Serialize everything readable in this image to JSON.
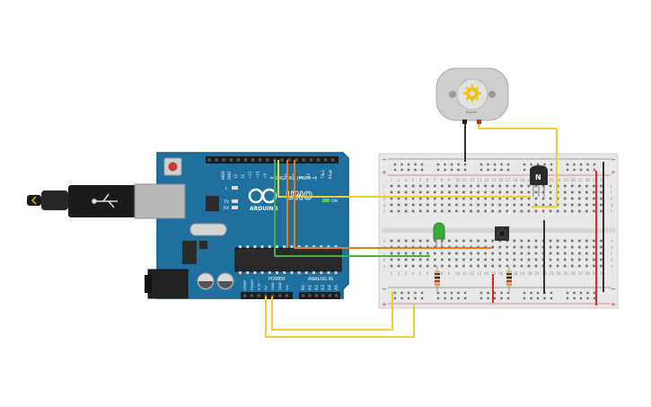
{
  "colors": {
    "board": "#1f6f9f",
    "board_dark": "#175a82",
    "breadboard": "#e8e8e8",
    "wire_yellow": "#f2cd30",
    "wire_orange": "#e67a1e",
    "wire_green": "#4cae3c",
    "wire_black": "#333333",
    "rail_red": "#d22b2b",
    "led_green": "#3aa83a"
  },
  "arduino": {
    "brand": "ARDUINO",
    "model": "UNO",
    "on_label": "ON",
    "digital_header": "DIGITAL (PWM~)",
    "power_header": "POWER",
    "analog_header": "ANALOG IN",
    "aref": "AREF",
    "gnd": "GND",
    "tx": "TX",
    "rx": "RX",
    "l": "L",
    "digital_pins": [
      "13",
      "12",
      "~11",
      "~10",
      "~9",
      "8",
      "7",
      "~6",
      "~5",
      "4",
      "~3",
      "2",
      "TX▸1",
      "RX◂0"
    ],
    "power_pins": [
      "IOREF",
      "RESET",
      "3.3V",
      "5V",
      "GND",
      "GND",
      "Vin"
    ],
    "analog_pins": [
      "A0",
      "A1",
      "A2",
      "A3",
      "A4",
      "A5"
    ]
  },
  "motor": {
    "label": "Engine"
  },
  "transistor": {
    "label": "N"
  },
  "breadboard": {
    "row_letters_top": [
      "j",
      "i",
      "h",
      "g",
      "f"
    ],
    "row_letters_bottom": [
      "e",
      "d",
      "c",
      "b",
      "a"
    ],
    "rail_minus": "−",
    "rail_plus": "+",
    "column_numbers": [
      "1",
      "2",
      "3",
      "4",
      "5",
      "6",
      "7",
      "8",
      "9",
      "10",
      "11",
      "12",
      "13",
      "14",
      "15",
      "16",
      "17",
      "18",
      "19",
      "20",
      "21",
      "22",
      "23",
      "24",
      "25",
      "26",
      "27",
      "28",
      "29",
      "30"
    ]
  }
}
